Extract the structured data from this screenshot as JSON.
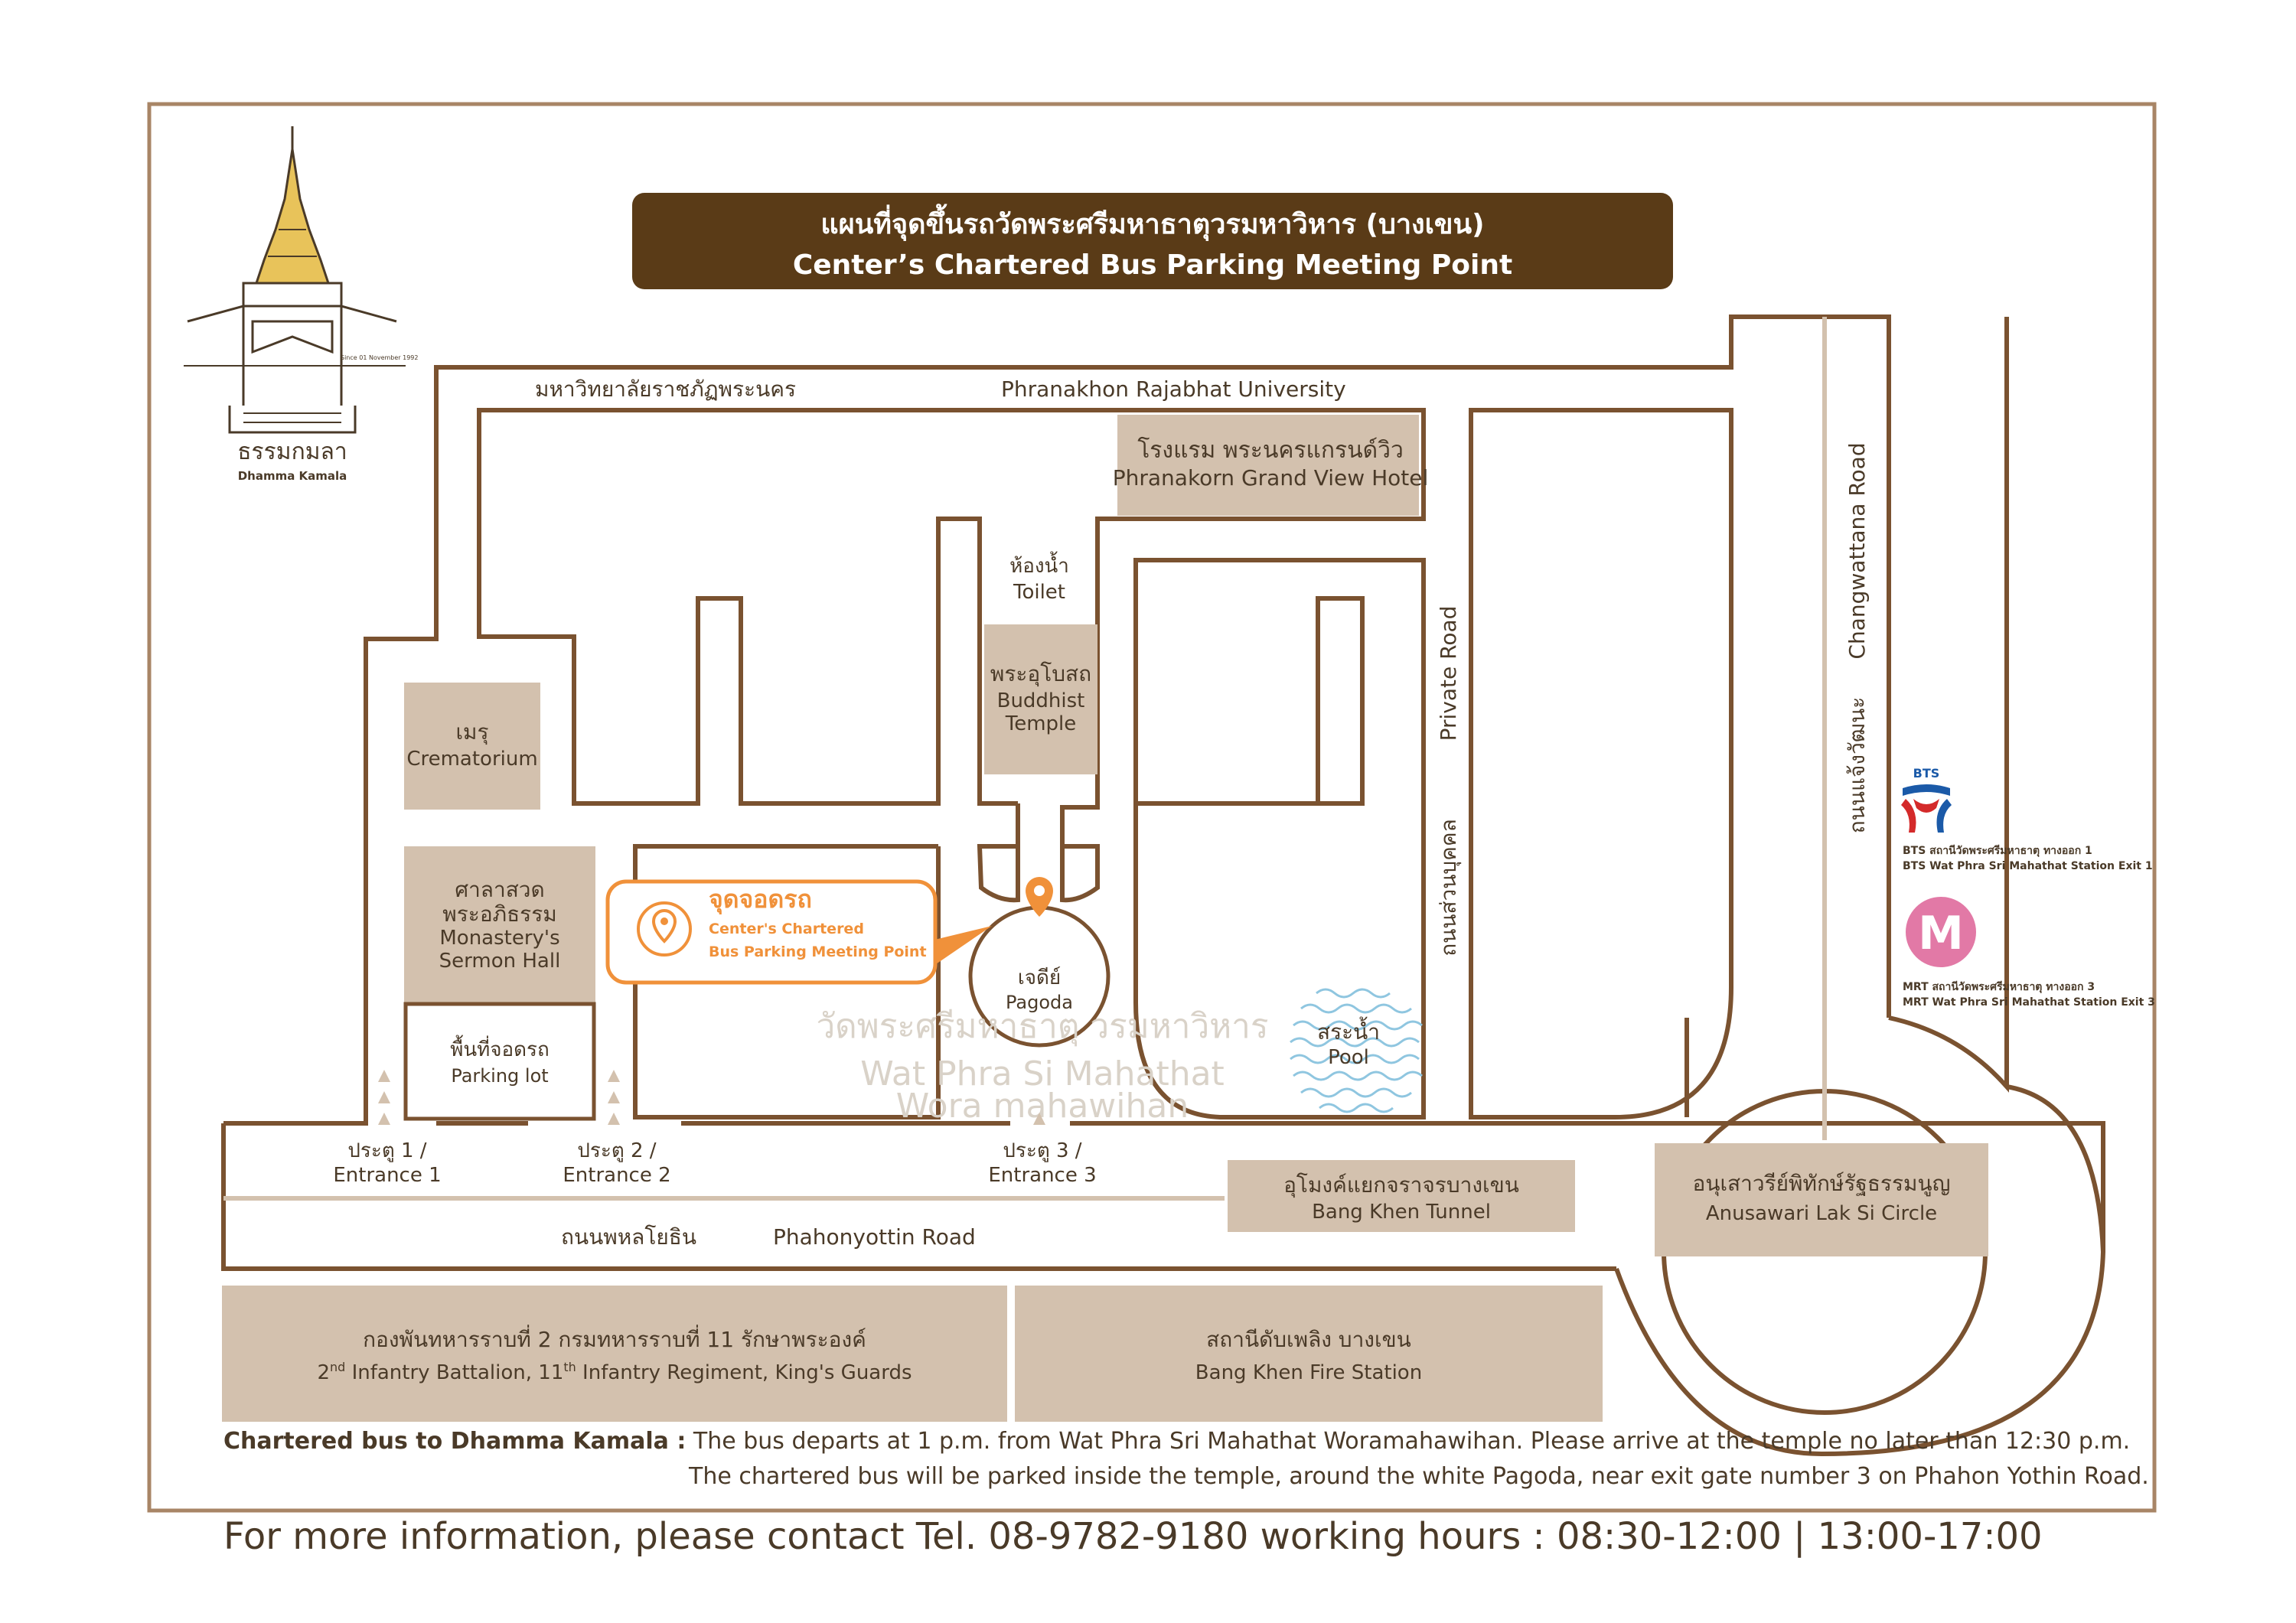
{
  "header": {
    "title_th": "แผนที่จุดขึ้นรถวัดพระศรีมหาธาตุวรมหาวิหาร (บางเขน)",
    "title_en": "Center’s Chartered Bus Parking Meeting Point"
  },
  "logo": {
    "name_th": "ธรรมกมลา",
    "name_en": "Dhamma Kamala",
    "since": "Since 01 November 1992"
  },
  "places": {
    "university_th": "มหาวิทยาลัยราชภัฏพระนคร",
    "university_en": "Phranakhon Rajabhat University",
    "hotel_th": "โรงแรม พระนครแกรนด์วิว",
    "hotel_en": "Phranakorn Grand View Hotel",
    "toilet_th": "ห้องน้ำ",
    "toilet_en": "Toilet",
    "temple_th": "พระอุโบสถ",
    "temple_en_1": "Buddhist",
    "temple_en_2": "Temple",
    "crematorium_th": "เมรุ",
    "crematorium_en": "Crematorium",
    "sermon_th_1": "ศาลาสวด",
    "sermon_th_2": "พระอภิธรรม",
    "sermon_en_1": "Monastery's",
    "sermon_en_2": "Sermon Hall",
    "parking_th": "พื้นที่จอดรถ",
    "parking_en": "Parking lot",
    "pagoda_th": "เจดีย์",
    "pagoda_en": "Pagoda",
    "pool_th": "สระน้ำ",
    "pool_en": "Pool",
    "wat_th": "วัดพระศรีมหาธาตุ วรมหาวิหาร",
    "wat_en_1": "Wat Phra Si Mahathat",
    "wat_en_2": "Wora mahawihan",
    "private_road_th": "ถนนส่วนบุคคล",
    "private_road_en": "Private Road",
    "changwattana_th": "ถนนแจ้งวัฒนะ",
    "changwattana_en": "Changwattana Road",
    "tunnel_th": "อุโมงค์แยกจราจรบางเขน",
    "tunnel_en": "Bang Khen Tunnel",
    "circle_th": "อนุเสาวรีย์พิทักษ์รัฐธรรมนูญ",
    "circle_en": "Anusawari Lak Si Circle",
    "road_th": "ถนนพหลโยธิน",
    "road_en": "Phahonyottin Road",
    "battalion_th": "กองพันทหารราบที่ 2 กรมทหารราบที่ 11 รักษาพระองค์",
    "battalion_en_a": "2",
    "battalion_en_sup1": "nd",
    "battalion_en_b": " Infantry Battalion, 11",
    "battalion_en_sup2": "th",
    "battalion_en_c": " Infantry Regiment, King's Guards",
    "fire_th": "สถานีดับเพลิง บางเขน",
    "fire_en": "Bang Khen Fire Station"
  },
  "entrances": [
    {
      "th": "ประตู 1 /",
      "en": "Entrance 1"
    },
    {
      "th": "ประตู 2 /",
      "en": "Entrance 2"
    },
    {
      "th": "ประตู 3 /",
      "en": "Entrance 3"
    }
  ],
  "meeting_point": {
    "th": "จุดจอดรถ",
    "en_1": "Center's Chartered",
    "en_2": "Bus Parking Meeting Point"
  },
  "transit": {
    "bts_label": "BTS",
    "bts_th": "BTS สถานีวัดพระศรีมหาธาตุ ทางออก 1",
    "bts_en": "BTS Wat Phra Sri Mahathat Station Exit 1",
    "mrt_label": "M",
    "mrt_th": "MRT สถานีวัดพระศรีมหาธาตุ ทางออก 3",
    "mrt_en": "MRT Wat Phra Sri Mahathat Station Exit 3"
  },
  "notes": {
    "label": "Chartered bus to Dhamma Kamala :",
    "line1": "The bus departs at 1 p.m. from Wat Phra Sri Mahathat Woramahawihan. Please arrive at the temple no later than 12:30 p.m.",
    "line2": "The chartered bus will be parked inside the temple, around the white Pagoda, near exit gate number 3 on Phahon Yothin Road."
  },
  "contact": "For more information, please contact Tel. 08-9782-9180 working hours : 08:30-12:00 | 13:00-17:00",
  "colors": {
    "brown": "#7a5230",
    "dark_brown": "#5a3b17",
    "tan": "#d3c1ae",
    "orange": "#f0913a",
    "bts_blue": "#1b5aa8",
    "bts_red": "#d42a2a",
    "mrt_pink": "#e279a6",
    "pool_blue": "#8fc6e0",
    "gold": "#e8c35a"
  }
}
